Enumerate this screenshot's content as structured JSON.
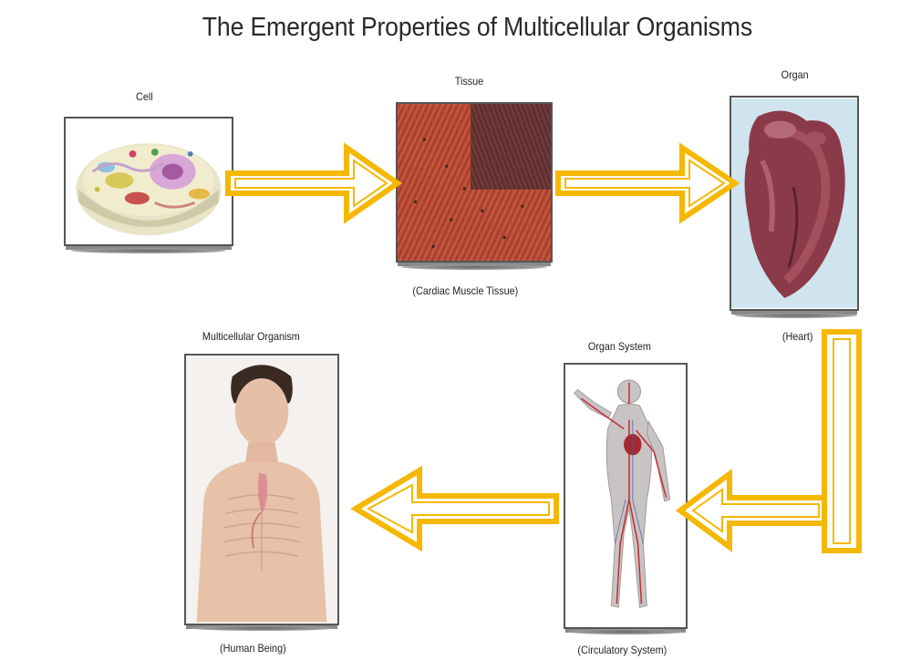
{
  "title": "The Emergent Properties of Multicellular Organisms",
  "stages": {
    "cell": {
      "label": "Cell"
    },
    "tissue": {
      "label": "Tissue",
      "caption": "(Cardiac Muscle Tissue)"
    },
    "organ": {
      "label": "Organ",
      "caption": "(Heart)"
    },
    "organ_system": {
      "label": "Organ System",
      "caption": "(Circulatory System)"
    },
    "organism": {
      "label": "Multicellular Organism",
      "caption": "(Human Being)"
    }
  },
  "colors": {
    "arrow": "#f5b800",
    "arrow_inner": "#ffffff",
    "frame": "#555555"
  },
  "icons": [
    "cell-image",
    "cardiac-tissue-image",
    "heart-image",
    "circulatory-system-image",
    "human-being-image"
  ]
}
